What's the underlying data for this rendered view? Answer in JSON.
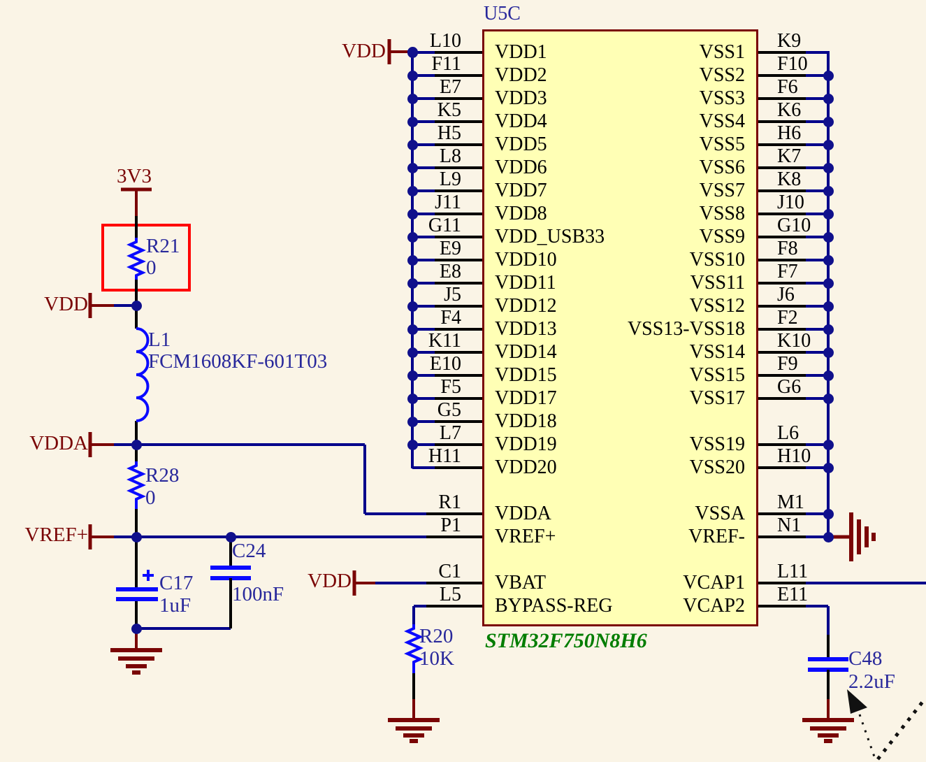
{
  "chip": {
    "designator": "U5C",
    "part_number": "STM32F750N8H6",
    "pins": {
      "left_top": [
        {
          "row": 0,
          "num": "L10",
          "name": "VDD1"
        },
        {
          "row": 1,
          "num": "F11",
          "name": "VDD2"
        },
        {
          "row": 2,
          "num": "E7",
          "name": "VDD3"
        },
        {
          "row": 3,
          "num": "K5",
          "name": "VDD4"
        },
        {
          "row": 4,
          "num": "H5",
          "name": "VDD5"
        },
        {
          "row": 5,
          "num": "L8",
          "name": "VDD6"
        },
        {
          "row": 6,
          "num": "L9",
          "name": "VDD7"
        },
        {
          "row": 7,
          "num": "J11",
          "name": "VDD8"
        },
        {
          "row": 8,
          "num": "G11",
          "name": "VDD_USB33"
        },
        {
          "row": 9,
          "num": "E9",
          "name": "VDD10"
        },
        {
          "row": 10,
          "num": "E8",
          "name": "VDD11"
        },
        {
          "row": 11,
          "num": "J5",
          "name": "VDD12"
        },
        {
          "row": 12,
          "num": "F4",
          "name": "VDD13"
        },
        {
          "row": 13,
          "num": "K11",
          "name": "VDD14"
        },
        {
          "row": 14,
          "num": "E10",
          "name": "VDD15"
        },
        {
          "row": 15,
          "num": "F5",
          "name": "VDD17"
        },
        {
          "row": 16,
          "num": "G5",
          "name": "VDD18"
        },
        {
          "row": 17,
          "num": "L7",
          "name": "VDD19"
        },
        {
          "row": 18,
          "num": "H11",
          "name": "VDD20"
        }
      ],
      "right_top": [
        {
          "row": 0,
          "num": "K9",
          "name": "VSS1"
        },
        {
          "row": 1,
          "num": "F10",
          "name": "VSS2"
        },
        {
          "row": 2,
          "num": "F6",
          "name": "VSS3"
        },
        {
          "row": 3,
          "num": "K6",
          "name": "VSS4"
        },
        {
          "row": 4,
          "num": "H6",
          "name": "VSS5"
        },
        {
          "row": 5,
          "num": "K7",
          "name": "VSS6"
        },
        {
          "row": 6,
          "num": "K8",
          "name": "VSS7"
        },
        {
          "row": 7,
          "num": "J10",
          "name": "VSS8"
        },
        {
          "row": 8,
          "num": "G10",
          "name": "VSS9"
        },
        {
          "row": 9,
          "num": "F8",
          "name": "VSS10"
        },
        {
          "row": 10,
          "num": "F7",
          "name": "VSS11"
        },
        {
          "row": 11,
          "num": "J6",
          "name": "VSS12"
        },
        {
          "row": 12,
          "num": "F2",
          "name": "VSS13-VSS18"
        },
        {
          "row": 13,
          "num": "K10",
          "name": "VSS14"
        },
        {
          "row": 14,
          "num": "F9",
          "name": "VSS15"
        },
        {
          "row": 15,
          "num": "G6",
          "name": "VSS17"
        },
        {
          "row": 17,
          "num": "L6",
          "name": "VSS19"
        },
        {
          "row": 18,
          "num": "H10",
          "name": "VSS20"
        }
      ],
      "left_bottom": [
        {
          "row": 20,
          "num": "R1",
          "name": "VDDA"
        },
        {
          "row": 21,
          "num": "P1",
          "name": "VREF+"
        },
        {
          "row": 23,
          "num": "C1",
          "name": "VBAT"
        },
        {
          "row": 24,
          "num": "L5",
          "name": "BYPASS-REG"
        }
      ],
      "right_bottom": [
        {
          "row": 20,
          "num": "M1",
          "name": "VSSA",
          "dot": true,
          "conn": true
        },
        {
          "row": 21,
          "num": "N1",
          "name": "VREF-",
          "dot": true,
          "conn": true
        },
        {
          "row": 23,
          "num": "L11",
          "name": "VCAP1"
        },
        {
          "row": 24,
          "num": "E11",
          "name": "VCAP2"
        }
      ]
    }
  },
  "power_ports": {
    "p3v3": "3V3",
    "vdd_left": "VDD",
    "vdda": "VDDA",
    "vref_plus": "VREF+",
    "vdd_top": "VDD",
    "vdd_vbat": "VDD"
  },
  "components": {
    "r21": {
      "designator": "R21",
      "value": "0"
    },
    "l1": {
      "designator": "L1",
      "value": "FCM1608KF-601T03"
    },
    "r28": {
      "designator": "R28",
      "value": "0"
    },
    "c17": {
      "designator": "C17",
      "value": "1uF"
    },
    "c24": {
      "designator": "C24",
      "value": "100nF"
    },
    "r20": {
      "designator": "R20",
      "value": "10K"
    },
    "c48": {
      "designator": "C48",
      "value": "2.2uF"
    }
  },
  "colors": {
    "background": "#faf4e6",
    "wire": "#00008b",
    "pin": "#000000",
    "glyph": "#0a0aff",
    "label": "#28289b",
    "power": "#7a0505",
    "chip_fill": "#ffffb5",
    "chip_border": "#7a0505",
    "part_green": "#007d00",
    "selection": "#ff0000"
  }
}
